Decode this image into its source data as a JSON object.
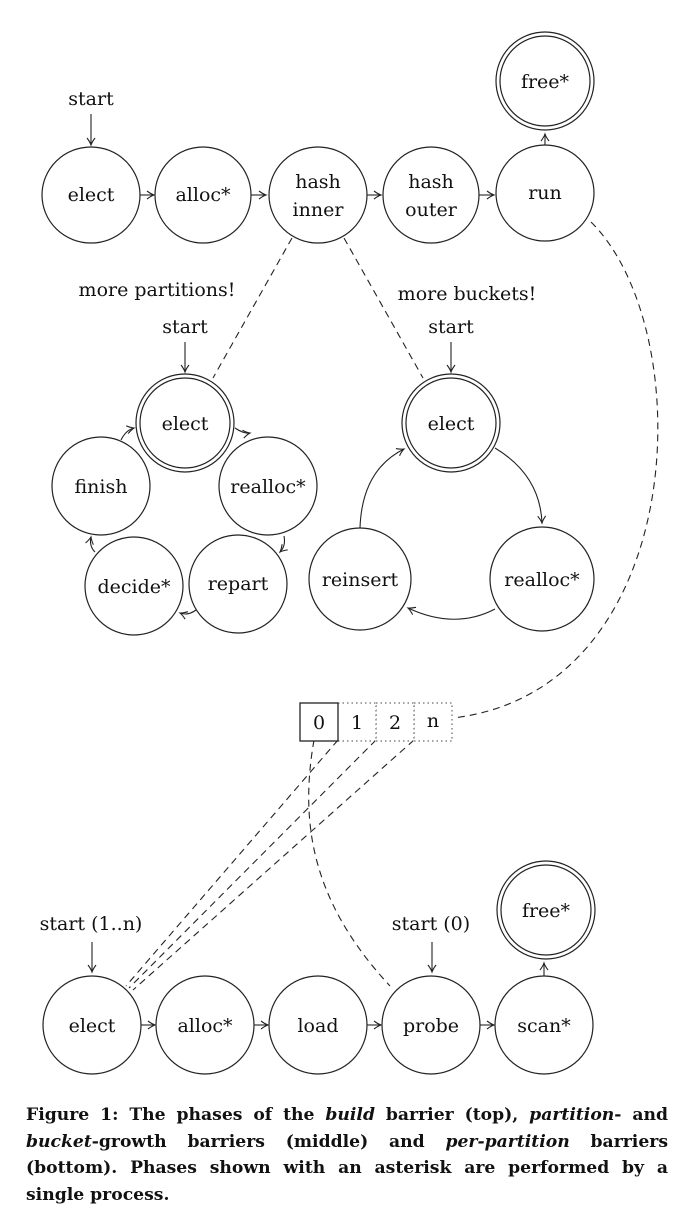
{
  "figure": {
    "build_barrier": {
      "start_label": "start",
      "nodes": [
        "elect",
        "alloc*",
        "hash\ninner",
        "hash\nouter",
        "run",
        "free*"
      ],
      "accepting": [
        "free*"
      ]
    },
    "partition_growth_barrier": {
      "trigger_label": "more partitions!",
      "start_label": "start",
      "nodes": [
        "elect",
        "realloc*",
        "repart",
        "decide*",
        "finish"
      ],
      "accepting": [
        "elect"
      ]
    },
    "bucket_growth_barrier": {
      "trigger_label": "more buckets!",
      "start_label": "start",
      "nodes": [
        "elect",
        "realloc*",
        "reinsert"
      ],
      "accepting": [
        "elect"
      ]
    },
    "partition_array": {
      "slots": [
        "0",
        "1",
        "2",
        "n"
      ]
    },
    "per_partition_barrier": {
      "start_label_other": "start (1..n)",
      "start_label_zero": "start (0)",
      "nodes": [
        "elect",
        "alloc*",
        "load",
        "probe",
        "scan*",
        "free*"
      ],
      "accepting": [
        "free*"
      ]
    }
  },
  "caption": {
    "prefix": "Figure 1: The phases of the ",
    "em1": "build",
    "mid1": " barrier (top), ",
    "em2": "partition",
    "mid2": "- and ",
    "em3": "bucket",
    "mid3": "-growth barriers (middle) and ",
    "em4": "per-partition",
    "suffix": " barriers (bottom). Phases shown with an asterisk are performed by a single process."
  }
}
